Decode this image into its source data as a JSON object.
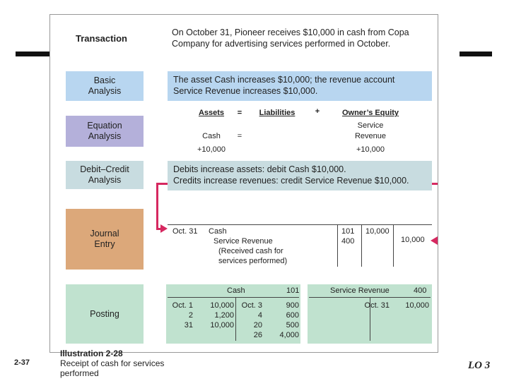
{
  "slide_number": "2-37",
  "lo_label": "LO 3",
  "caption": {
    "title": "Illustration 2-28",
    "line1": "Receipt of cash for services",
    "line2": "performed"
  },
  "transaction": {
    "label": "Transaction",
    "line1": "On October 31, Pioneer receives $10,000 in cash from Copa",
    "line2": "Company for advertising services performed in October."
  },
  "basic_analysis": {
    "label": "Basic\nAnalysis",
    "line1": "The asset Cash increases $10,000; the revenue account",
    "line2": "Service Revenue increases $10,000."
  },
  "equation_analysis": {
    "label": "Equation\nAnalysis",
    "assets": "Assets",
    "eq1": "=",
    "liabilities": "Liabilities",
    "plus": "+",
    "owners_equity": "Owner’s Equity",
    "cash": "Cash",
    "eq2": "=",
    "service": "Service",
    "revenue": "Revenue",
    "cash_amount": "+10,000",
    "revenue_amount": "+10,000"
  },
  "debit_credit": {
    "label": "Debit–Credit\nAnalysis",
    "line1": "Debits increase assets: debit Cash $10,000.",
    "line2": "Credits increase revenues: credit Service Revenue $10,000."
  },
  "journal": {
    "label": "Journal\nEntry",
    "date": "Oct. 31",
    "debit_account": "Cash",
    "credit_account": "Service Revenue",
    "explanation": "(Received cash for\n services performed)",
    "ref1": "101",
    "ref2": "400",
    "debit_amount": "10,000",
    "credit_amount": "10,000"
  },
  "posting": {
    "label": "Posting",
    "cash_title": "Cash",
    "cash_no": "101",
    "cash_debit_dates": "Oct. 1\n2\n31",
    "cash_debit_amounts": "10,000\n1,200\n10,000",
    "cash_credit_dates": "Oct. 3\n4\n20\n26",
    "cash_credit_amounts": "900\n600\n500\n4,000",
    "rev_title": "Service Revenue",
    "rev_no": "400",
    "rev_credit_date": "Oct. 31",
    "rev_credit_amount": "10,000"
  },
  "colors": {
    "basic": "#b8d6f0",
    "equation": "#b4b0da",
    "debit_credit": "#c8dce0",
    "journal": "#dca87a",
    "posting": "#c0e2cf",
    "arrow": "#d62860"
  }
}
